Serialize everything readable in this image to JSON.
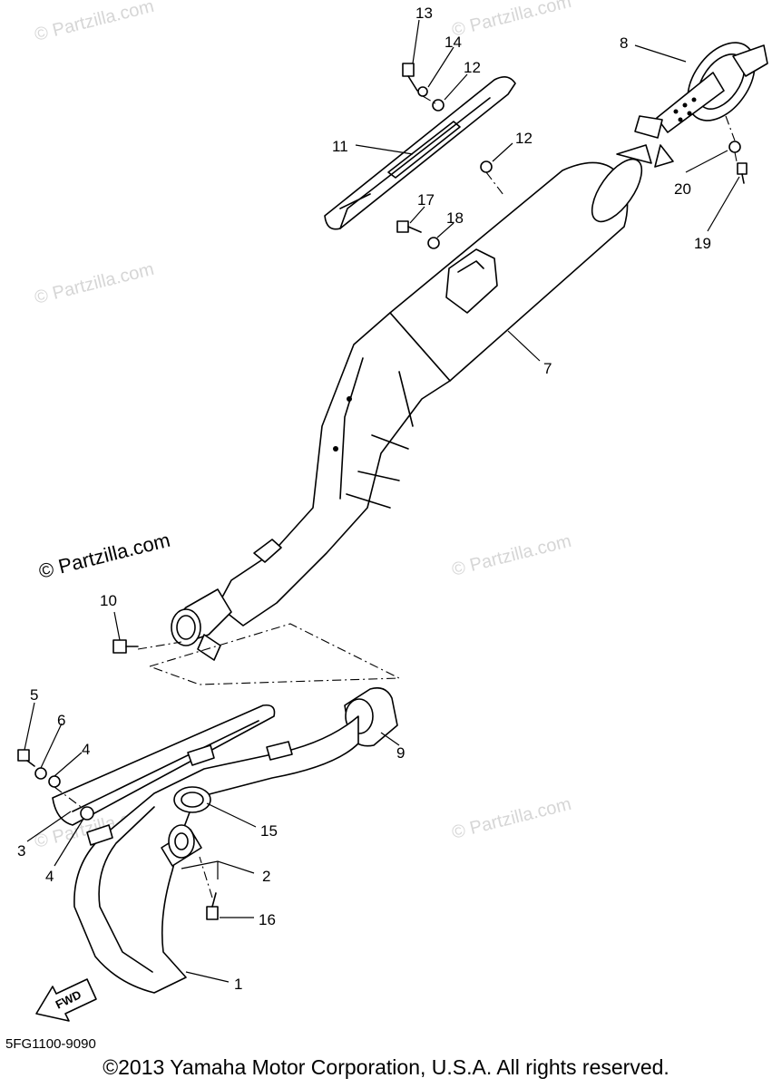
{
  "watermarks": {
    "light": "© Partzilla.com",
    "dark": "© Partzilla.com"
  },
  "fwd_label": "FWD",
  "callouts": [
    "1",
    "2",
    "3",
    "4",
    "4",
    "5",
    "6",
    "7",
    "8",
    "9",
    "10",
    "11",
    "12",
    "12",
    "13",
    "14",
    "15",
    "16",
    "17",
    "18",
    "19",
    "20"
  ],
  "diagram_code": "5FG1100-9090",
  "copyright": "©2013 Yamaha Motor Corporation, U.S.A. All rights reserved."
}
